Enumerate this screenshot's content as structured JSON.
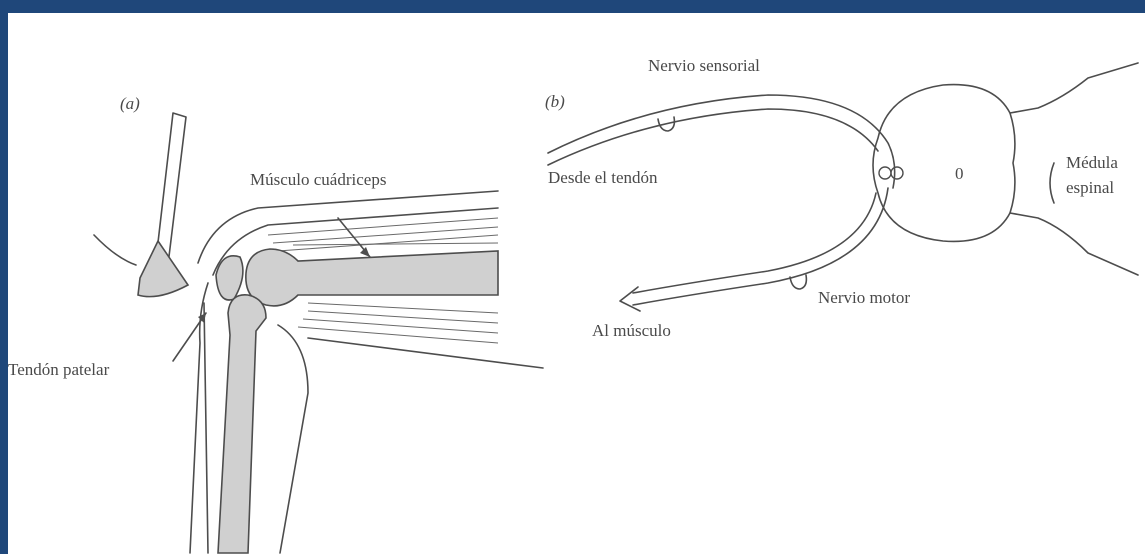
{
  "panel_a": {
    "label": "(a)",
    "muscle_label": "Músculo cuádriceps",
    "tendon_label": "Tendón patelar"
  },
  "panel_b": {
    "label": "(b)",
    "sensory_nerve_label": "Nervio sensorial",
    "from_tendon_label": "Desde el tendón",
    "spinal_cord_label_line1": "Médula",
    "spinal_cord_label_line2": "espinal",
    "center_label": "0",
    "motor_nerve_label": "Nervio motor",
    "to_muscle_label": "Al músculo"
  },
  "colors": {
    "frame": "#1f477a",
    "line": "#4d4d4d",
    "bone_fill": "#d0d0d0"
  }
}
